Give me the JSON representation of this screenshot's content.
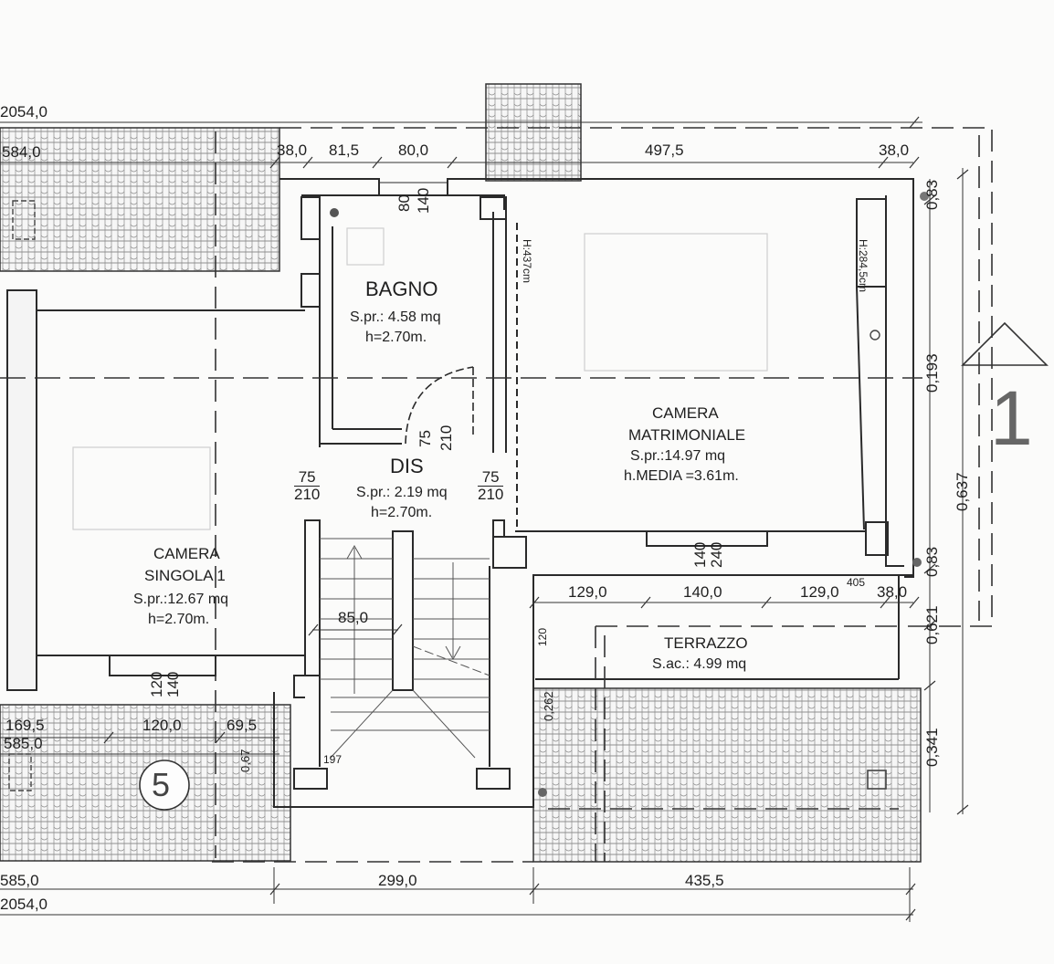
{
  "rooms": {
    "bagno": {
      "name": "BAGNO",
      "area": "S.pr.: 4.58 mq",
      "height": "h=2.70m."
    },
    "dis": {
      "name": "DIS",
      "area": "S.pr.: 2.19 mq",
      "height": "h=2.70m."
    },
    "camera_matrimoniale": {
      "name1": "CAMERA",
      "name2": "MATRIMONIALE",
      "area": "S.pr.:14.97 mq",
      "height": "h.MEDIA =3.61m."
    },
    "camera_singola": {
      "name1": "CAMERA",
      "name2": "SINGOLA 1",
      "area": "S.pr.:12.67 mq",
      "height": "h=2.70m."
    },
    "terrazzo": {
      "name": "TERRAZZO",
      "area": "S.ac.: 4.99 mq"
    }
  },
  "room_heights": {
    "bagno_wall": "H:437cm",
    "matrimoniale_wall": "H:284,5cm"
  },
  "dimensions": {
    "top_total": "2054,0",
    "top_left": "584,0",
    "top_1": "38,0",
    "top_2": "81,5",
    "top_3": "80,0",
    "top_4": "497,5",
    "top_5": "38,0",
    "bottom_1": "585,0",
    "bottom_total": "2054,0",
    "bottom_2": "299,0",
    "bottom_3": "435,5",
    "terrace_1": "129,0",
    "terrace_2": "140,0",
    "terrace_3": "129,0",
    "terrace_4": "38,0",
    "terrace_small": "405",
    "stair_width": "85,0",
    "stair_small": "197",
    "lower_1": "169,5",
    "lower_2": "120,0",
    "lower_3": "69,5",
    "lower_4": "585,0",
    "terrace_depth": "120",
    "right_1": "0,83",
    "right_2": "0,193",
    "right_3": "0,637",
    "right_4": "0,83",
    "right_5": "0,621",
    "right_6": "0,341",
    "small_left": "0,67",
    "small_terrace": "0,262"
  },
  "doors": {
    "bagno_window_a": "80",
    "bagno_window_b": "140",
    "bagno_door_a": "75",
    "bagno_door_b": "210",
    "dis_left_a": "75",
    "dis_left_b": "210",
    "dis_right_a": "75",
    "dis_right_b": "210",
    "matr_window_a": "140",
    "matr_window_b": "240",
    "singola_window_a": "120",
    "singola_window_b": "140"
  },
  "markers": {
    "section": "1",
    "view_circle": "5"
  },
  "colors": {
    "line": "#2a2a2a",
    "roof": "#bdbdbd",
    "paper": "#fbfbfa",
    "faint": "#cfcfcf"
  }
}
